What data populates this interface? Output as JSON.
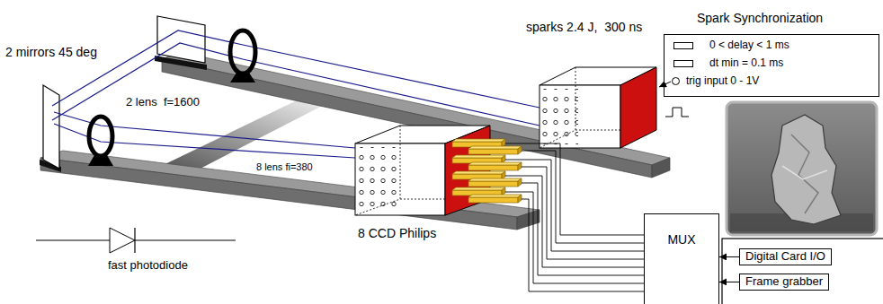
{
  "diagram": {
    "nodes": [
      {
        "text": [
          "Spark Synchronization",
          "0 < delay < 1 ms",
          "dt min = 0.1 ms",
          "trig input 0 - 1V"
        ]
      },
      {
        "text": [
          "MUX"
        ]
      },
      {
        "text": [
          "Digital Card I/O"
        ]
      },
      {
        "text": [
          "Frame grabber"
        ]
      }
    ],
    "edges": [
      {
        "from": 2,
        "to": 1,
        "arrow": "to"
      },
      {
        "from": 3,
        "to": 1,
        "arrow": "to"
      }
    ],
    "labels": [
      "2 mirrors 45 deg",
      "sparks 2.4 J,  300 ns",
      "2 lens  f=1600",
      "8 lens fi=380",
      "8 CCD Philips",
      "fast photodiode"
    ]
  }
}
